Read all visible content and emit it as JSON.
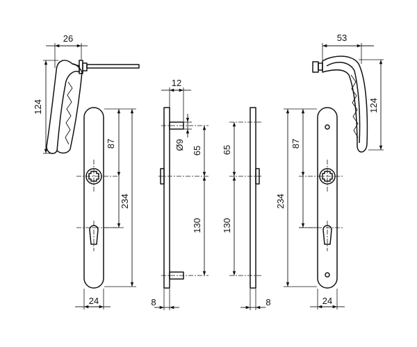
{
  "dimensions": {
    "left_handle_offset": "26",
    "left_handle_height": "124",
    "left_plate_hole_to_center": "87",
    "left_plate_overall": "234",
    "left_plate_width": "24",
    "left_side_spindle": "12",
    "left_side_screw_dia": "Ø9",
    "left_side_upper": "65",
    "left_side_lower": "130",
    "left_side_thickness": "8",
    "right_side_upper": "65",
    "right_side_lower": "130",
    "right_side_thickness": "8",
    "right_plate_hole_to_center": "87",
    "right_plate_overall": "234",
    "right_plate_width": "24",
    "right_handle_offset": "53",
    "right_handle_height": "124"
  }
}
